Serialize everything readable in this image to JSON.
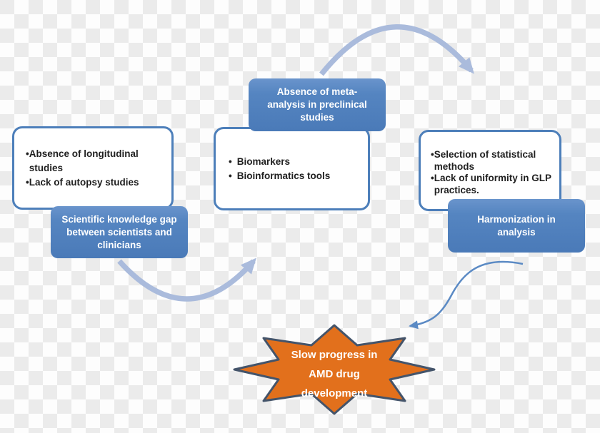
{
  "colors": {
    "box_blue": "#5585c1",
    "box_blue_dark": "#4a7ab8",
    "box_border_blue": "#4d7fba",
    "arrow_light_blue": "#aabbdc",
    "arrow_thin_blue": "#5b8ac4",
    "star_orange": "#e2701c",
    "star_border": "#44546a",
    "text_dark": "#1f1f1f",
    "text_white": "#ffffff"
  },
  "boxes": {
    "clinical_studies": {
      "bullet": "•",
      "items": [
        "Absence of longitudinal studies",
        "Lack of autopsy studies"
      ]
    },
    "knowledge_gap": {
      "label": "Scientific knowledge gap between scientists and clinicians"
    },
    "meta_analysis": {
      "label": "Absence of meta-analysis in preclinical studies"
    },
    "biomarkers": {
      "bullet": "•",
      "items": [
        "Biomarkers",
        "Bioinformatics tools"
      ]
    },
    "statistics": {
      "bullet": "•",
      "items": [
        "Selection of statistical methods",
        "Lack of uniformity in GLP practices."
      ]
    },
    "harmonization": {
      "label": "Harmonization in analysis"
    }
  },
  "star": {
    "label": "Slow progress in AMD drug development",
    "lines": [
      "Slow progress in",
      "AMD drug",
      "development"
    ]
  }
}
